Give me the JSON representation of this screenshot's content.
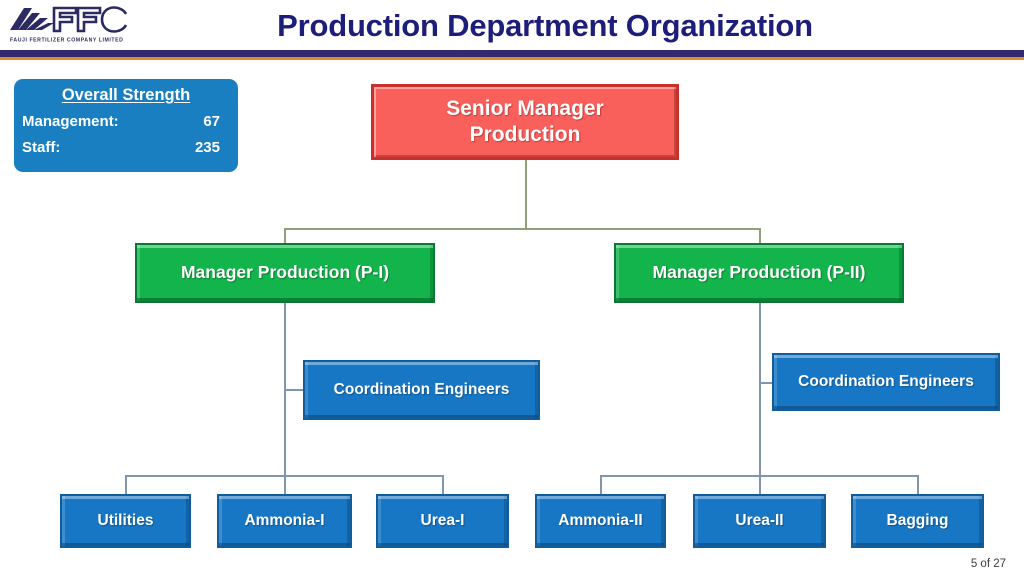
{
  "header": {
    "title": "Production Department Organization",
    "logo_text": "FFC",
    "logo_subtitle": "FAUJI FERTILIZER COMPANY LIMITED",
    "bar_navy_color": "#312a6e",
    "bar_gold_color": "#d98b28",
    "title_color": "#1d1d7a"
  },
  "strength": {
    "title": "Overall Strength",
    "box_color": "#1a7fc1",
    "rows": [
      {
        "label": "Management:",
        "value": "67"
      },
      {
        "label": "Staff:",
        "value": "235"
      }
    ]
  },
  "org_chart": {
    "root": {
      "line1": "Senior Manager",
      "line2": "Production",
      "color": "#f9605c",
      "border_color": "#c9302c"
    },
    "managers": [
      {
        "label": "Manager Production (P-I)",
        "color": "#14b44c"
      },
      {
        "label": "Manager Production (P-II)",
        "color": "#14b44c"
      }
    ],
    "coordination": [
      {
        "label": "Coordination  Engineers",
        "color": "#1877c4"
      },
      {
        "label": "Coordination  Engineers",
        "color": "#1877c4"
      }
    ],
    "units_left": [
      {
        "label": "Utilities",
        "color": "#1877c4"
      },
      {
        "label": "Ammonia-I",
        "color": "#1877c4"
      },
      {
        "label": "Urea-I",
        "color": "#1877c4"
      }
    ],
    "units_right": [
      {
        "label": "Ammonia-II",
        "color": "#1877c4"
      },
      {
        "label": "Urea-II",
        "color": "#1877c4"
      },
      {
        "label": "Bagging",
        "color": "#1877c4"
      }
    ],
    "connector_color": "#8f9f7a",
    "connector_color_blue": "#7e97ad"
  },
  "footer": {
    "page_number": "5 of 27"
  }
}
